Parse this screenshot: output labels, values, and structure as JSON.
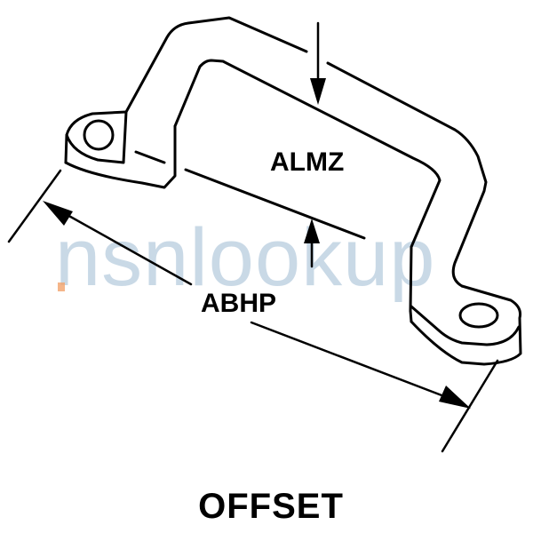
{
  "diagram": {
    "part_style": "OFFSET",
    "dimension_labels": {
      "height": "ALMZ",
      "length": "ABHP"
    },
    "watermark": "nsnlookup",
    "colors": {
      "line": "#000000",
      "background": "#ffffff",
      "watermark": "#a9c2d8",
      "watermark_accent": "#f2a36b"
    }
  }
}
